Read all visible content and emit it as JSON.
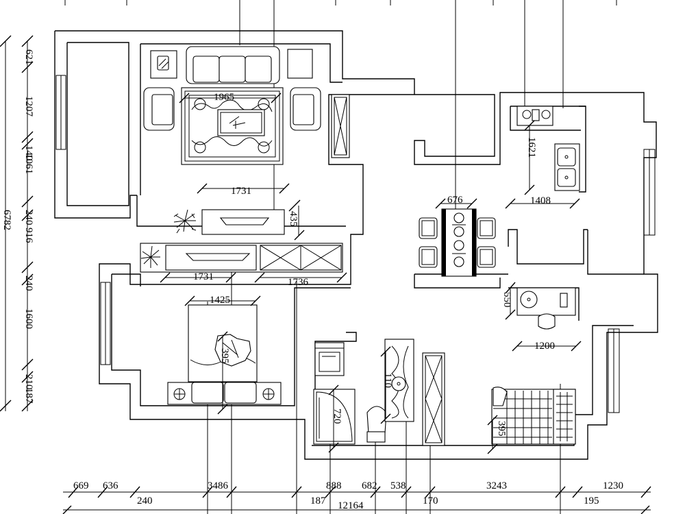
{
  "dimensions": {
    "left": [
      "621",
      "1207",
      "140",
      "1061",
      "240",
      "6782",
      "916",
      "240",
      "1600",
      "210",
      "187"
    ],
    "bottom_row1": [
      "669",
      "636",
      "3486",
      "888",
      "682",
      "538",
      "3243",
      "1230"
    ],
    "bottom_row2": [
      "240",
      "187",
      "170",
      "195"
    ],
    "bottom_total": "12164",
    "interior": {
      "rug_width": "1965",
      "living_span": "1731",
      "tv_span": "1731",
      "cabinet_span": "1736",
      "wall_435": "435",
      "bed_width": "1425",
      "bed_inner": "395",
      "dining_width": "676",
      "kitchen_width": "1408",
      "kitchen_depth": "1621",
      "bath_span": "1200",
      "wash_550": "550",
      "shower_720": "720",
      "toilet_110": "110",
      "bed2_395": "395"
    }
  }
}
